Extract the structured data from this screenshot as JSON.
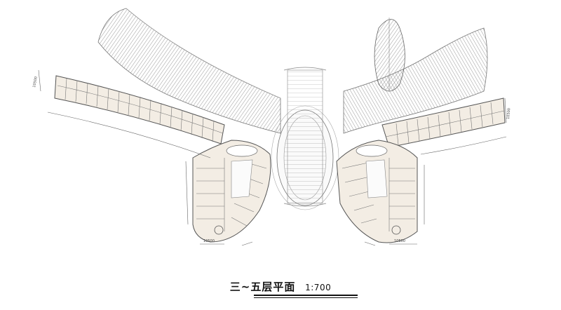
{
  "drawing": {
    "title": "三~五层平面",
    "scale": "1:700",
    "dimension_labels": [
      "10500",
      "10500",
      "10500",
      "10500"
    ],
    "colors": {
      "floor_fill": "#f3ede4",
      "wall_stroke": "#555555",
      "roof_hatch": "#9a9a9a",
      "dim_line": "#666666"
    }
  }
}
